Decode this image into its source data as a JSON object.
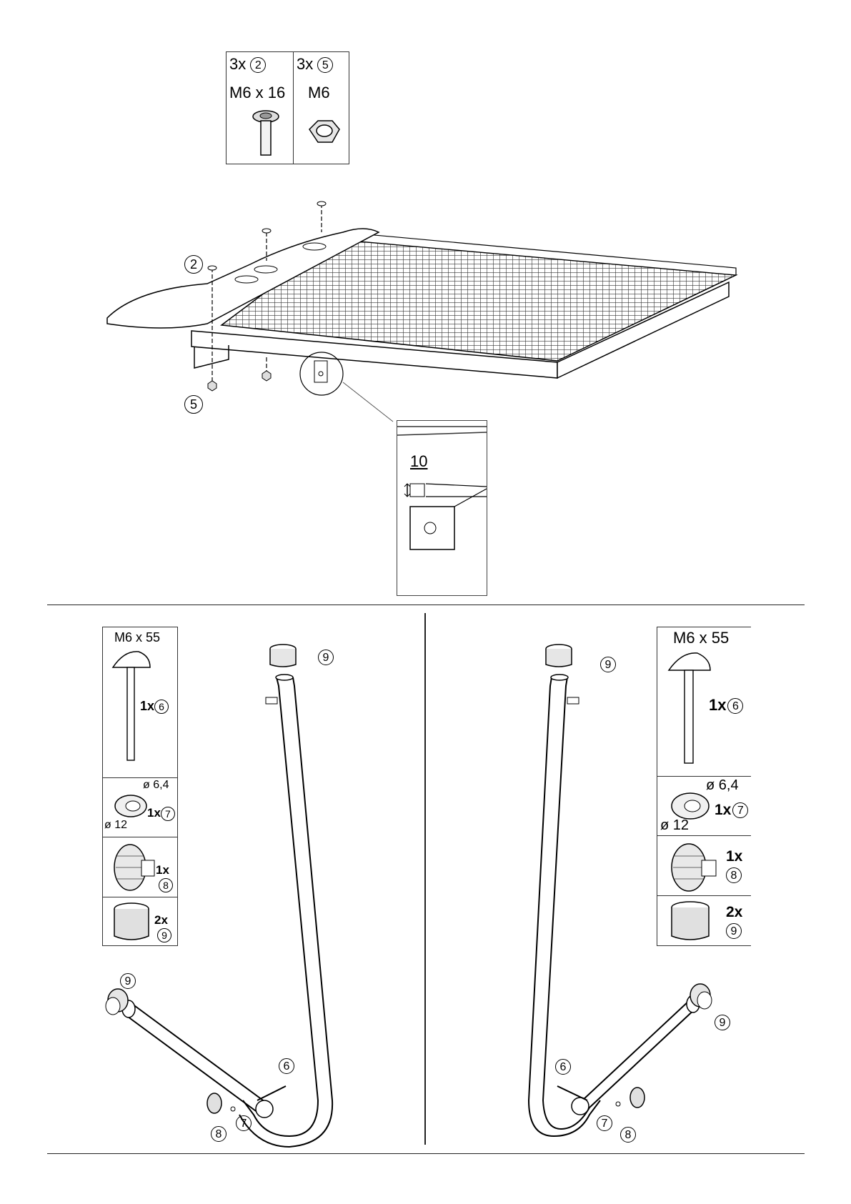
{
  "top_parts": {
    "bolt": {
      "qty": "3x",
      "num": "2",
      "size": "M6 x 16"
    },
    "nut": {
      "qty": "3x",
      "num": "5",
      "size": "M6"
    }
  },
  "tray_callouts": {
    "bolt": "2",
    "nut": "5"
  },
  "detail": {
    "dimension": "10"
  },
  "left_parts": {
    "bolt_size": "M6 x 55",
    "bolt_qty": "1x",
    "bolt_num": "6",
    "washer_outer": "ø 6,4",
    "washer_inner": "ø 12",
    "washer_qty": "1x",
    "washer_num": "7",
    "knob_qty": "1x",
    "knob_num": "8",
    "cap_qty": "2x",
    "cap_num": "9"
  },
  "right_parts": {
    "bolt_size": "M6 x 55",
    "bolt_qty": "1x",
    "bolt_num": "6",
    "washer_outer": "ø 6,4",
    "washer_inner": "ø 12",
    "washer_qty": "1x",
    "washer_num": "7",
    "knob_qty": "1x",
    "knob_num": "8",
    "cap_qty": "2x",
    "cap_num": "9"
  },
  "left_frame_callouts": {
    "cap_top": "9",
    "cap_end": "9",
    "bolt": "6",
    "washer": "7",
    "knob": "8"
  },
  "right_frame_callouts": {
    "cap_top": "9",
    "cap_end": "9",
    "bolt": "6",
    "washer": "7",
    "knob": "8"
  }
}
